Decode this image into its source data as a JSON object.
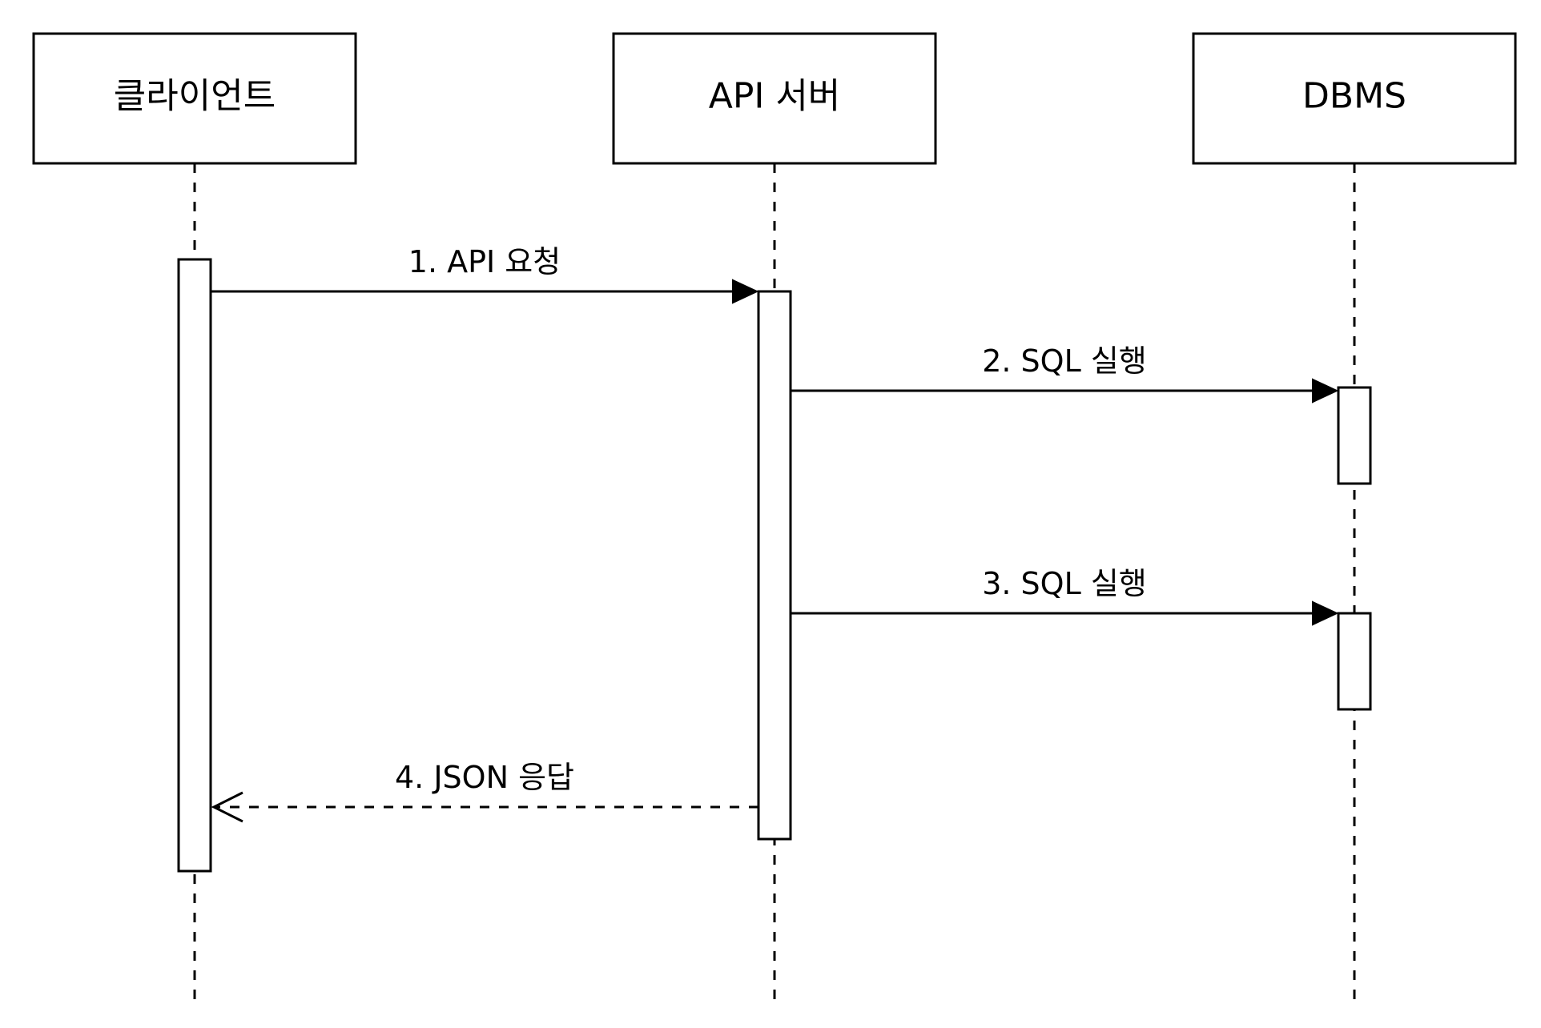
{
  "participants": [
    {
      "id": "client",
      "label": "클라이언트"
    },
    {
      "id": "api",
      "label": "API 서버"
    },
    {
      "id": "dbms",
      "label": "DBMS"
    }
  ],
  "messages": [
    {
      "id": "m1",
      "label": "1. API 요청",
      "from": "client",
      "to": "api",
      "style": "solid"
    },
    {
      "id": "m2",
      "label": "2. SQL 실행",
      "from": "api",
      "to": "dbms",
      "style": "solid"
    },
    {
      "id": "m3",
      "label": "3. SQL 실행",
      "from": "api",
      "to": "dbms",
      "style": "solid"
    },
    {
      "id": "m4",
      "label": "4. JSON 응답",
      "from": "api",
      "to": "client",
      "style": "dashed"
    }
  ]
}
